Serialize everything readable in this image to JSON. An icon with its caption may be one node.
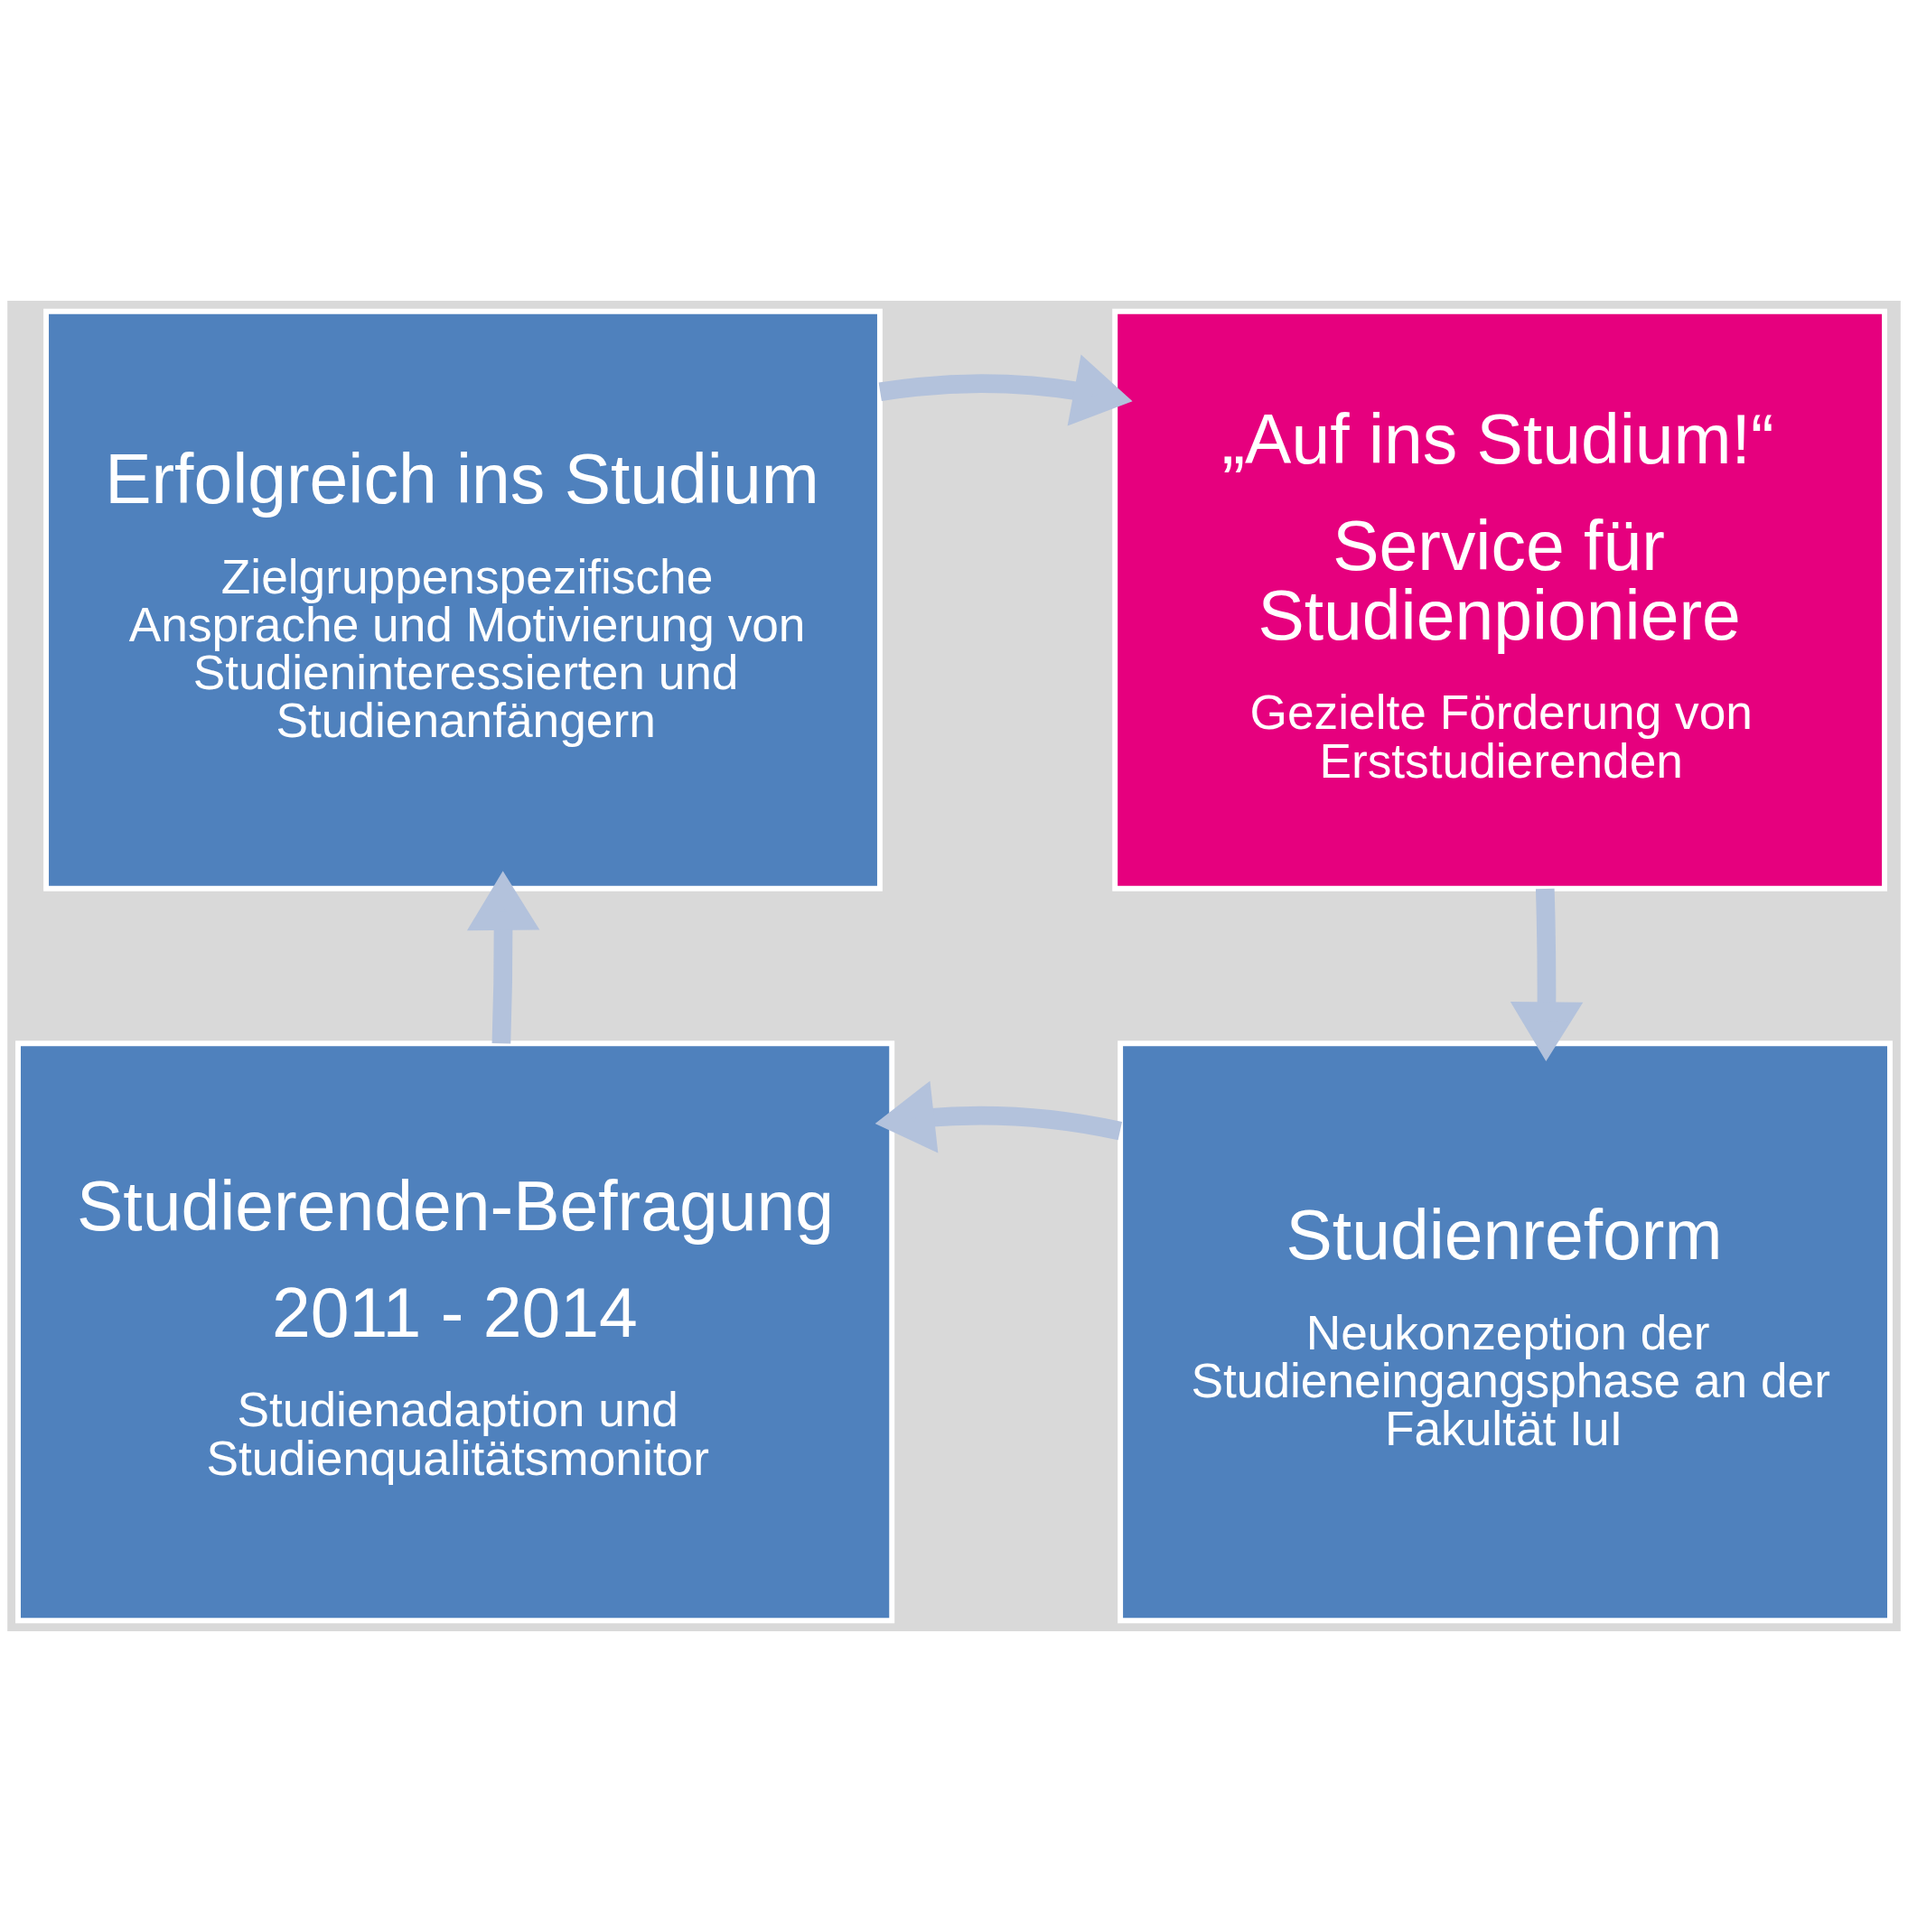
{
  "diagram": {
    "nodes": [
      {
        "text": [
          "Erfolgreich ins Studium",
          "Zielgruppenspezifische Ansprache und Motivierung von Studieninteressierten und Studienanfängern"
        ]
      },
      {
        "text": [
          "„Auf ins Studium!“",
          "Service für Studienpioniere",
          "Gezielte Förderung von Erststudierenden"
        ]
      },
      {
        "text": [
          "Studierenden-Befragung",
          "2011 - 2014",
          "Studienadaption und Studienqualitätsmonitor"
        ]
      },
      {
        "text": [
          "Studienreform",
          "Neukonzeption der Studieneingangsphase an der Fakultät IuI"
        ]
      }
    ],
    "edges": [
      {
        "from": 0,
        "to": 1,
        "arrow": "to"
      },
      {
        "from": 1,
        "to": 3,
        "arrow": "to"
      },
      {
        "from": 3,
        "to": 2,
        "arrow": "to"
      },
      {
        "from": 2,
        "to": 0,
        "arrow": "to"
      }
    ]
  }
}
